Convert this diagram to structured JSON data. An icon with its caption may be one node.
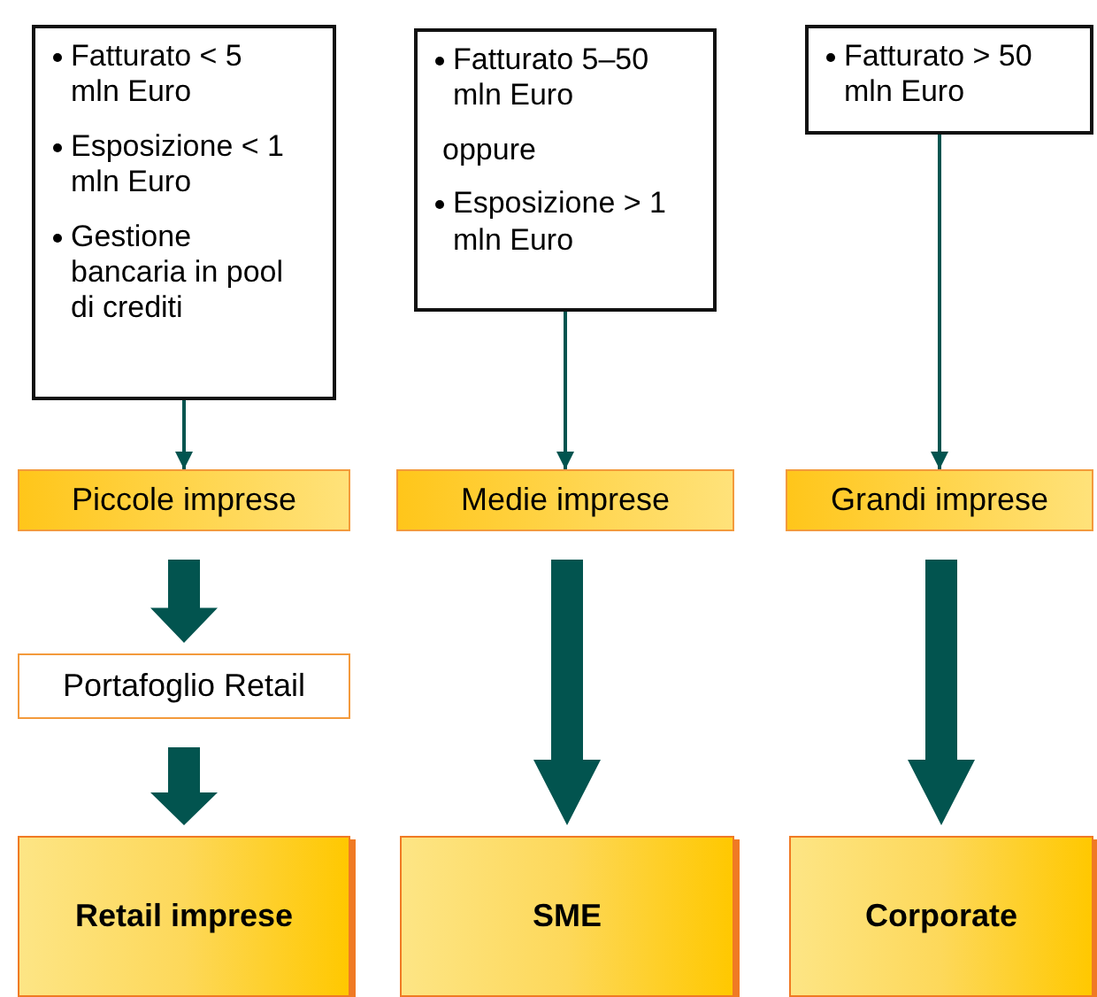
{
  "diagram": {
    "nodes": [
      {
        "text": [
          "Fatturato < 5 mln Euro",
          "Esposizione < 1 mln Euro",
          "Gestione bancaria in pool di crediti"
        ]
      },
      {
        "text": [
          "Fatturato 5–50 mln Euro",
          "oppure",
          "Esposizione > 1 mln Euro"
        ]
      },
      {
        "text": [
          "Fatturato > 50 mln Euro"
        ]
      },
      {
        "text": [
          "Piccole imprese"
        ]
      },
      {
        "text": [
          "Medie imprese"
        ]
      },
      {
        "text": [
          "Grandi imprese"
        ]
      },
      {
        "text": [
          "Portafoglio Retail"
        ]
      },
      {
        "text": [
          "Retail imprese"
        ]
      },
      {
        "text": [
          "SME"
        ]
      },
      {
        "text": [
          "Corporate"
        ]
      }
    ],
    "edges": [
      {
        "from": 0,
        "to": 3,
        "arrow": "to"
      },
      {
        "from": 1,
        "to": 4,
        "arrow": "to"
      },
      {
        "from": 2,
        "to": 5,
        "arrow": "to"
      },
      {
        "from": 3,
        "to": 6,
        "arrow": "to",
        "style": "thick"
      },
      {
        "from": 6,
        "to": 7,
        "arrow": "to",
        "style": "thick"
      },
      {
        "from": 4,
        "to": 8,
        "arrow": "to",
        "style": "thick"
      },
      {
        "from": 5,
        "to": 9,
        "arrow": "to",
        "style": "thick"
      }
    ]
  }
}
